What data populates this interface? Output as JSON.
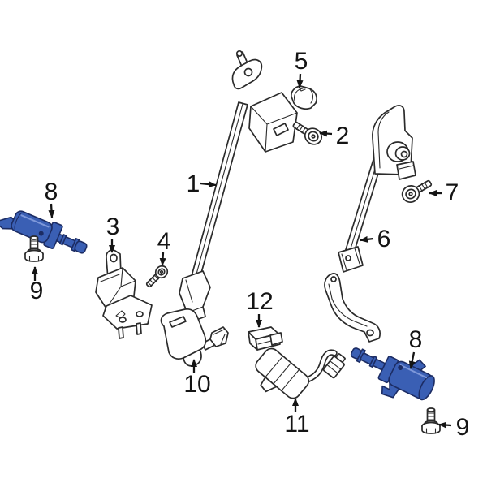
{
  "diagram": {
    "subject": "seat-belt-exploded-parts-diagram",
    "colors": {
      "background": "#ffffff",
      "outline": "#2b2b2b",
      "label": "#141414",
      "highlight_fill": "#3a5fb4",
      "highlight_stroke": "#1c2c63",
      "highlight_light": "#7d97d9"
    },
    "callouts": [
      {
        "label": "1",
        "highlighted": false
      },
      {
        "label": "2",
        "highlighted": false
      },
      {
        "label": "3",
        "highlighted": false
      },
      {
        "label": "4",
        "highlighted": false
      },
      {
        "label": "5",
        "highlighted": false
      },
      {
        "label": "6",
        "highlighted": false
      },
      {
        "label": "7",
        "highlighted": false
      },
      {
        "label": "8",
        "highlighted": true
      },
      {
        "label": "9",
        "highlighted": false
      },
      {
        "label": "10",
        "highlighted": false
      },
      {
        "label": "11",
        "highlighted": false
      },
      {
        "label": "12",
        "highlighted": false
      },
      {
        "label": "8",
        "highlighted": true
      },
      {
        "label": "9",
        "highlighted": false
      }
    ]
  }
}
